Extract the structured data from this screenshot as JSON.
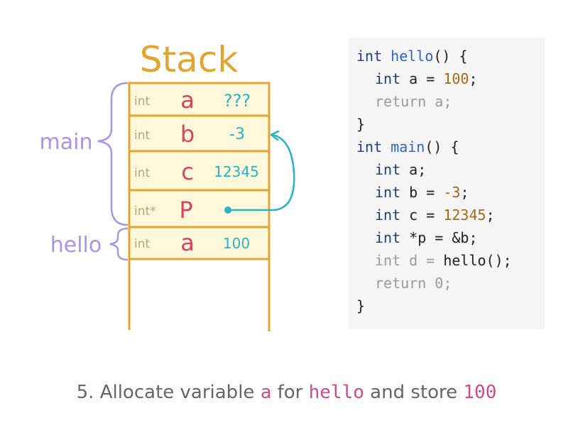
{
  "diagram": {
    "title": "Stack",
    "frames": [
      {
        "label": "main"
      },
      {
        "label": "hello"
      }
    ],
    "cells": [
      {
        "type": "int",
        "name": "a",
        "value": "???"
      },
      {
        "type": "int",
        "name": "b",
        "value": "-3"
      },
      {
        "type": "int",
        "name": "c",
        "value": "12345"
      },
      {
        "type": "int*",
        "name": "P",
        "value": ""
      },
      {
        "type": "int",
        "name": "a",
        "value": "100"
      }
    ],
    "pointer": {
      "from": "P",
      "to": "b"
    },
    "colors": {
      "stack_border": "#e3a531",
      "cell_fill": "#fdf8dc",
      "title": "#e3a531",
      "type_text": "#b7a57a",
      "var_name": "#d8445f",
      "value_text": "#29b3c3",
      "brace": "#a695e8",
      "arrow": "#29b3c3"
    }
  },
  "code": {
    "l1": {
      "kw": "int",
      "fn": "hello",
      "rest": "() {"
    },
    "l2": {
      "kw": "int",
      "mid": " a = ",
      "num": "100",
      "end": ";"
    },
    "l3": {
      "text": "return a;"
    },
    "l4": {
      "text": "}"
    },
    "l5": {
      "kw": "int",
      "fn": "main",
      "rest": "() {"
    },
    "l6": {
      "kw": "int",
      "rest": " a;"
    },
    "l7": {
      "kw": "int",
      "mid": " b = ",
      "num": "-3",
      "end": ";"
    },
    "l8": {
      "kw": "int",
      "mid": " c = ",
      "num": "12345",
      "end": ";"
    },
    "l9": {
      "kw": "int",
      "rest": " *p = &b;"
    },
    "l10": {
      "dim": "int d = ",
      "rest": "hello();"
    },
    "l11": {
      "text": "return 0;"
    },
    "l12": {
      "text": "}"
    }
  },
  "caption": {
    "prefix": "5. Allocate variable ",
    "var": "a",
    "mid": " for ",
    "func": "hello",
    "mid2": " and store ",
    "val": "100"
  }
}
